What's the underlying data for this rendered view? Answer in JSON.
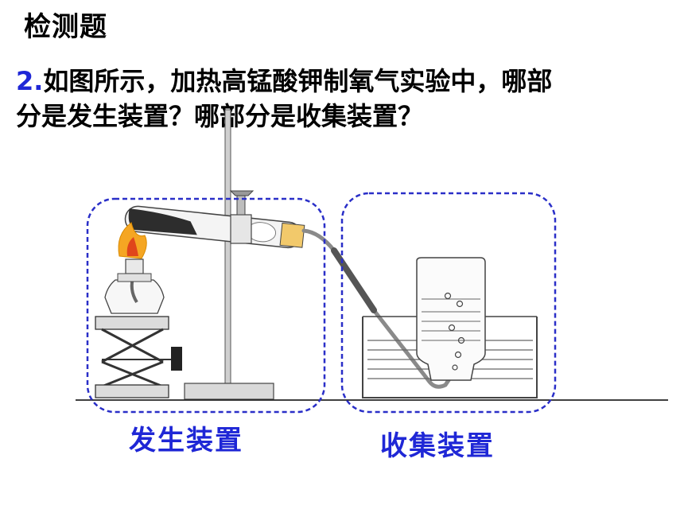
{
  "slide": {
    "title": "检测题",
    "question_number": "2.",
    "question_line1": "如图所示，加热高锰酸钾制氧气实验中，哪部",
    "question_line2": "分是发生装置？哪部分是收集装置？"
  },
  "figure": {
    "generator_label": "发生装置",
    "collector_label": "收集装置",
    "colors": {
      "dashed_box": "#2a2fc8",
      "label": "#1f27d6",
      "flame_outer": "#f5a623",
      "flame_inner": "#e0461b"
    }
  }
}
